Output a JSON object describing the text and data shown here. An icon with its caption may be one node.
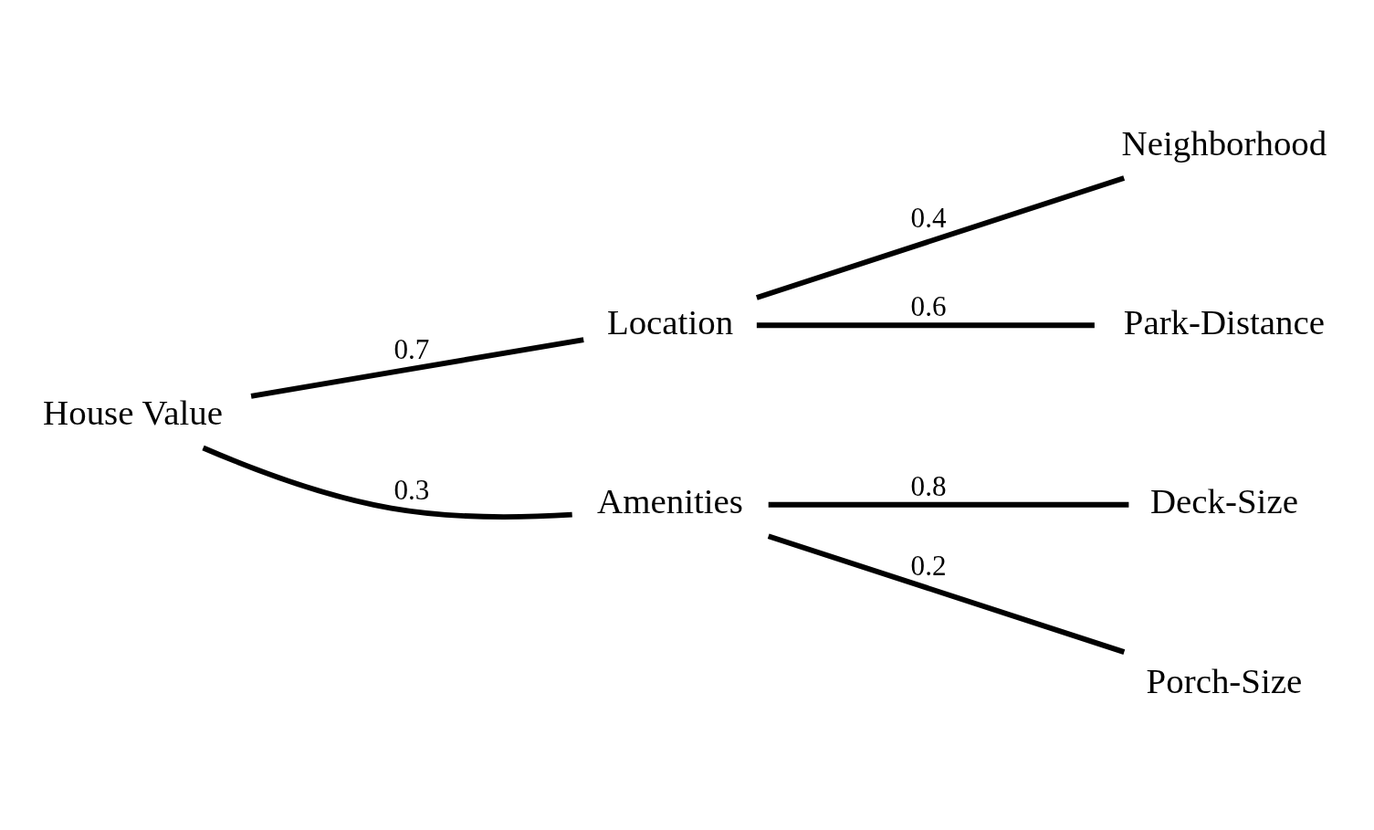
{
  "diagram": {
    "nodes": [
      {
        "text": [
          "House Value"
        ]
      },
      {
        "text": [
          "Location"
        ]
      },
      {
        "text": [
          "Amenities"
        ]
      },
      {
        "text": [
          "Neighborhood"
        ]
      },
      {
        "text": [
          "Park-Distance"
        ]
      },
      {
        "text": [
          "Deck-Size"
        ]
      },
      {
        "text": [
          "Porch-Size"
        ]
      }
    ],
    "edges": [
      {
        "from": 0,
        "to": 1,
        "arrow": "none",
        "label": "0.7"
      },
      {
        "from": 0,
        "to": 2,
        "arrow": "none",
        "label": "0.3"
      },
      {
        "from": 1,
        "to": 3,
        "arrow": "none",
        "label": "0.4"
      },
      {
        "from": 1,
        "to": 4,
        "arrow": "none",
        "label": "0.6"
      },
      {
        "from": 2,
        "to": 5,
        "arrow": "none",
        "label": "0.8"
      },
      {
        "from": 2,
        "to": 6,
        "arrow": "none",
        "label": "0.2"
      }
    ]
  }
}
